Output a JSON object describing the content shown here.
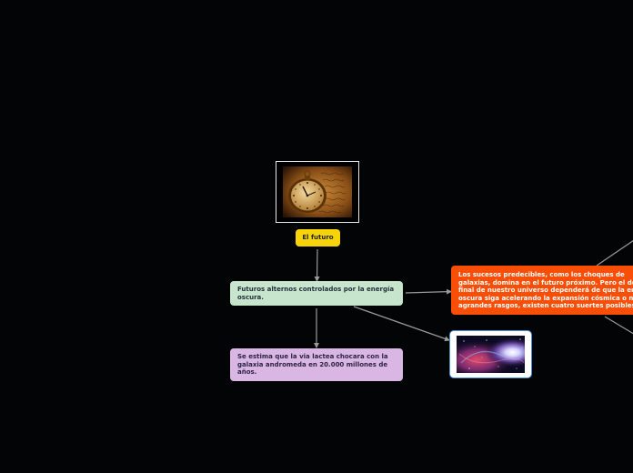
{
  "map": {
    "title": "El futuro",
    "futures": "Futuros alternos controlados por la energía oscura.",
    "milky_way": "Se estima que la via lactea chocara con la galaxia andromeda en 20.000 millones de años.",
    "events_lines": [
      "Los  sucesos predecibles, como los choques de",
      "galaxias, domina en el futuro próximo. Pero el de",
      "final de nuestro universo dependerá de que la en",
      "oscura siga acelerando la expansión cósmica o n",
      "agrandes rasgos, existen cuatro suertes posibles"
    ]
  },
  "images": {
    "clock": "pocket-watch-photo",
    "galaxy": "galaxy-photo"
  },
  "colors": {
    "background": "#030405",
    "connector": "#9a9a9a",
    "title_node": "#f7d40a",
    "futures_node": "#c7e4cc",
    "milky_node": "#dab6e4",
    "events_node": "#f84e06",
    "galaxy_border": "#4a8ed8"
  }
}
